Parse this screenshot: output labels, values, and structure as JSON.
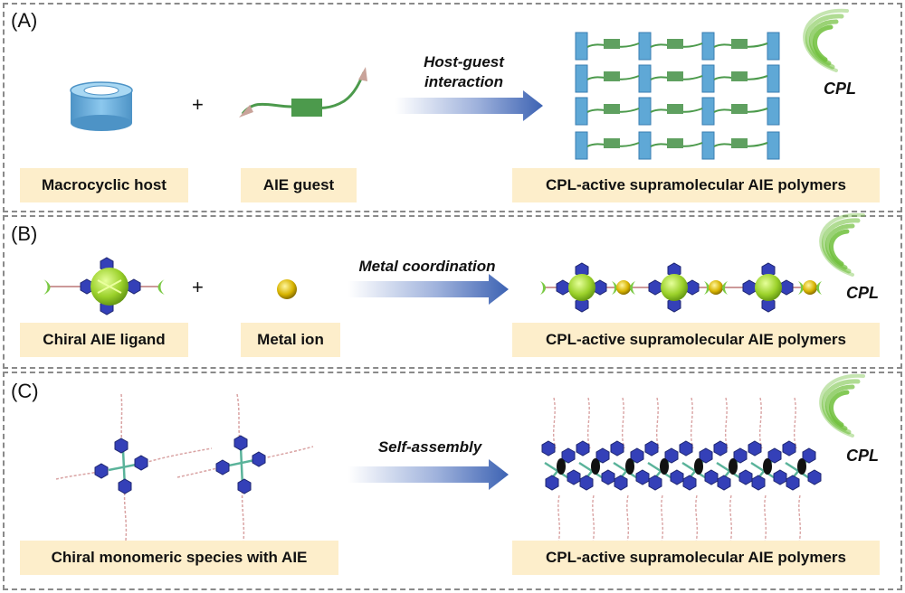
{
  "panels": [
    {
      "label": "(A)",
      "reactant1": "Macrocyclic host",
      "reactant2": "AIE guest",
      "plus": "+",
      "arrow_lines": [
        "Host-guest",
        "interaction"
      ],
      "product": "CPL-active supramolecular AIE polymers",
      "emission": "CPL"
    },
    {
      "label": "(B)",
      "reactant1": "Chiral AIE ligand",
      "reactant2": "Metal ion",
      "plus": "+",
      "arrow_lines": [
        "Metal coordination"
      ],
      "product": "CPL-active supramolecular AIE polymers",
      "emission": "CPL"
    },
    {
      "label": "(C)",
      "reactant1": "Chiral monomeric species with AIE",
      "arrow_lines": [
        "Self-assembly"
      ],
      "product": "CPL-active supramolecular AIE polymers",
      "emission": "CPL"
    }
  ],
  "colors": {
    "label_box": "#fdeecb",
    "panel_border": "#8a8a8a",
    "host_blue": "#5fa8d6",
    "guest_green": "#4c9a4c",
    "ligand_core": "#9bd12a",
    "hexagon": "#3440b8",
    "metal_gold": "#d8b400",
    "cpl_glow": "#6fbf3a",
    "arrow_end": "#3d63b3"
  }
}
